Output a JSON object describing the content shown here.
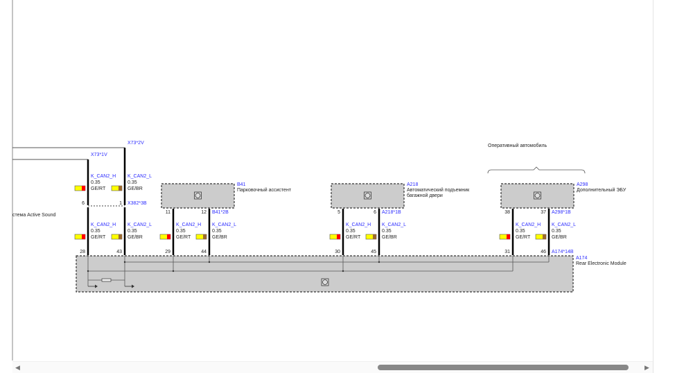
{
  "colors": {
    "label": "#2b2bff",
    "wire": "#000000",
    "module_fill": "#cccccc",
    "ge": "#ffff00",
    "rt": "#ff0000",
    "br": "#9b6a32"
  },
  "left_module": {
    "label": "стема Active Sound"
  },
  "top_connectors": {
    "l": "X73*2V",
    "h": "X73*1V"
  },
  "inline_connector": {
    "name": "X382*3B",
    "h_pin": "6",
    "l_pin": "1"
  },
  "group": {
    "label": "Оперативный автомобиль"
  },
  "upper_wires": {
    "h_signal": "K_CAN2_H",
    "l_signal": "K_CAN2_L",
    "gauge": "0.35",
    "h_color": "GE/RT",
    "l_color": "GE/BR"
  },
  "modules": [
    {
      "id": "B41",
      "name": "Парковочный ассистент",
      "name2": "",
      "connector": "B41*2B",
      "h_pin": "11",
      "l_pin": "12"
    },
    {
      "id": "A218",
      "name": "Автоматический подъемник",
      "name2": "багажной двери",
      "connector": "A218*1B",
      "h_pin": "5",
      "l_pin": "6"
    },
    {
      "id": "A298",
      "name": "Дополнительный ЭБУ",
      "name2": "",
      "connector": "A298*1B",
      "h_pin": "38",
      "l_pin": "37"
    }
  ],
  "lower_wires": [
    {
      "h_signal": "K_CAN2_H",
      "l_signal": "K_CAN2_L",
      "gauge": "0.35",
      "h_color": "GE/RT",
      "l_color": "GE/BR",
      "h_pin": "28",
      "l_pin": "43"
    },
    {
      "h_signal": "K_CAN2_H",
      "l_signal": "K_CAN2_L",
      "gauge": "0.35",
      "h_color": "GE/RT",
      "l_color": "GE/BR",
      "h_pin": "29",
      "l_pin": "44"
    },
    {
      "h_signal": "K_CAN2_H",
      "l_signal": "K_CAN2_L",
      "gauge": "0.35",
      "h_color": "GE/RT",
      "l_color": "GE/BR",
      "h_pin": "30",
      "l_pin": "45"
    },
    {
      "h_signal": "K_CAN2_H",
      "l_signal": "K_CAN2_L",
      "gauge": "0.35",
      "h_color": "GE/RT",
      "l_color": "GE/BR",
      "h_pin": "31",
      "l_pin": "46"
    }
  ],
  "rem": {
    "id": "A174",
    "name": "Rear Electronic Module",
    "connector": "A174*14B"
  },
  "scrollbar": {
    "left_arrow": "◀",
    "right_arrow": "▶"
  }
}
